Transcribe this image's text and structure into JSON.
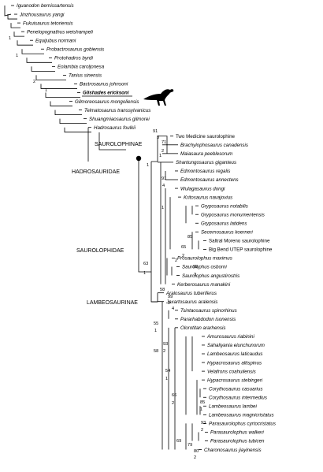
{
  "taxa": [
    {
      "label": "Iguanodon bernissartensis"
    },
    {
      "label": "Jinzhousaurus yangi"
    },
    {
      "label": "Fukuisaurus tetoriensis"
    },
    {
      "label": "Penelopognathus weishampeli"
    },
    {
      "label": "Equijubus normani"
    },
    {
      "label": "Probactrosaurus gobiensis"
    },
    {
      "label": "Protohadros byrdi"
    },
    {
      "label": "Eolambia caroljonesa"
    },
    {
      "label": "Tanius sinensis"
    },
    {
      "label": "Bactrosaurus johnsoni"
    },
    {
      "label": "Glishades ericksoni",
      "bold": true
    },
    {
      "label": "Gilmoreosaurus mongoliensis"
    },
    {
      "label": "Telmatosaurus transsylvanicus"
    },
    {
      "label": "Shuangmiaosaurus gilmorei"
    },
    {
      "label": "Hadrosaurus foulkii"
    },
    {
      "label": "Two Medicine saurolophine",
      "plain": true
    },
    {
      "label": "Brachylophosaurus canadensis"
    },
    {
      "label": "Maiasaura peeblesorum"
    },
    {
      "label": "Shantungosaurus giganteus"
    },
    {
      "label": "Edmontosaurus regalis"
    },
    {
      "label": "Edmontosaurus annectens"
    },
    {
      "label": "Wulagasaurus dongi"
    },
    {
      "label": "Kritosaurus navajovius"
    },
    {
      "label": "Gryposaurus notabilis"
    },
    {
      "label": "Gryposaurus monumentensis"
    },
    {
      "label": "Gryposaurus latidens"
    },
    {
      "label": "Secernosaurus koerneri"
    },
    {
      "label": "Saltral Moreno saurolophine",
      "plain": true
    },
    {
      "label": "Big Bend UTEP saurolophine",
      "plain": true
    },
    {
      "label": "Prosaurolophus maximus"
    },
    {
      "label": "Saurolophus osborni"
    },
    {
      "label": "Saurolophus angustirostris"
    },
    {
      "label": "Kerberosaurus manakini"
    },
    {
      "label": "Aralosaurus tuberiferus"
    },
    {
      "label": "Jaxartosaurus aralensis"
    },
    {
      "label": "Tsintaosaurus spinorhinus"
    },
    {
      "label": "Pararhabdodon isonensis"
    },
    {
      "label": "Olorotitan ararhensis"
    },
    {
      "label": "Amurosaurus riabinini"
    },
    {
      "label": "Sahaliyania elunchunorum"
    },
    {
      "label": "Lambeosaurus laticaudus"
    },
    {
      "label": "Hypacrosaurus altispinus"
    },
    {
      "label": "Velafrons coahuilensis"
    },
    {
      "label": "Hypacrosaurus stebingeri"
    },
    {
      "label": "Corythosaurus casuarius"
    },
    {
      "label": "Corythosaurus intermedius"
    },
    {
      "label": "Lambeosaurus lambei"
    },
    {
      "label": "Lambeosaurus magnicristatus"
    },
    {
      "label": "Parasaurolophus cyrtocristatus"
    },
    {
      "label": "Parasaurolophus walkeri"
    },
    {
      "label": "Parasaurolophus tubicen"
    },
    {
      "label": "Charonosaurus jiayinensis"
    }
  ],
  "clades": [
    {
      "label": "SAUROLOPHINAE"
    },
    {
      "label": "HADROSAURIDAE"
    },
    {
      "label": "SAUROLOPHIDAE"
    },
    {
      "label": "LAMBEOSAURINAE"
    }
  ],
  "support_values": {
    "early_1": "1",
    "early_2": "1",
    "tanius": "2",
    "glishades": "1",
    "hadrosaurid": "1",
    "saur_63": "63",
    "saur_1": "1",
    "sl_91": "91",
    "sl_3": "3",
    "sl_71": "71",
    "sl_2": "2",
    "sl_1": "1",
    "ed_91": "91",
    "ed_4": "4",
    "kr_1": "1",
    "gr_85": "85",
    "gr_65": "65",
    "gr_2": "2",
    "gr_2b": "2",
    "sec_93": "93",
    "sec_3": "3",
    "pro_58": "58",
    "pro_99": "99",
    "pro_2": "2",
    "pro_4": "4",
    "lam_55": "55",
    "lam_1": "1",
    "lam_58": "58",
    "ts_93": "93",
    "ts_2": "2",
    "ol_54": "54",
    "ol_1": "1",
    "ol_66": "66",
    "ol_2": "2",
    "cor_85": "85",
    "cor_1": "1",
    "lb_93": "93",
    "lb_2": "2",
    "par_69": "69",
    "par_79": "79",
    "par_80": "80",
    "par_2": "2"
  },
  "icons": {
    "silhouette": "hadrosaur-silhouette-icon"
  }
}
